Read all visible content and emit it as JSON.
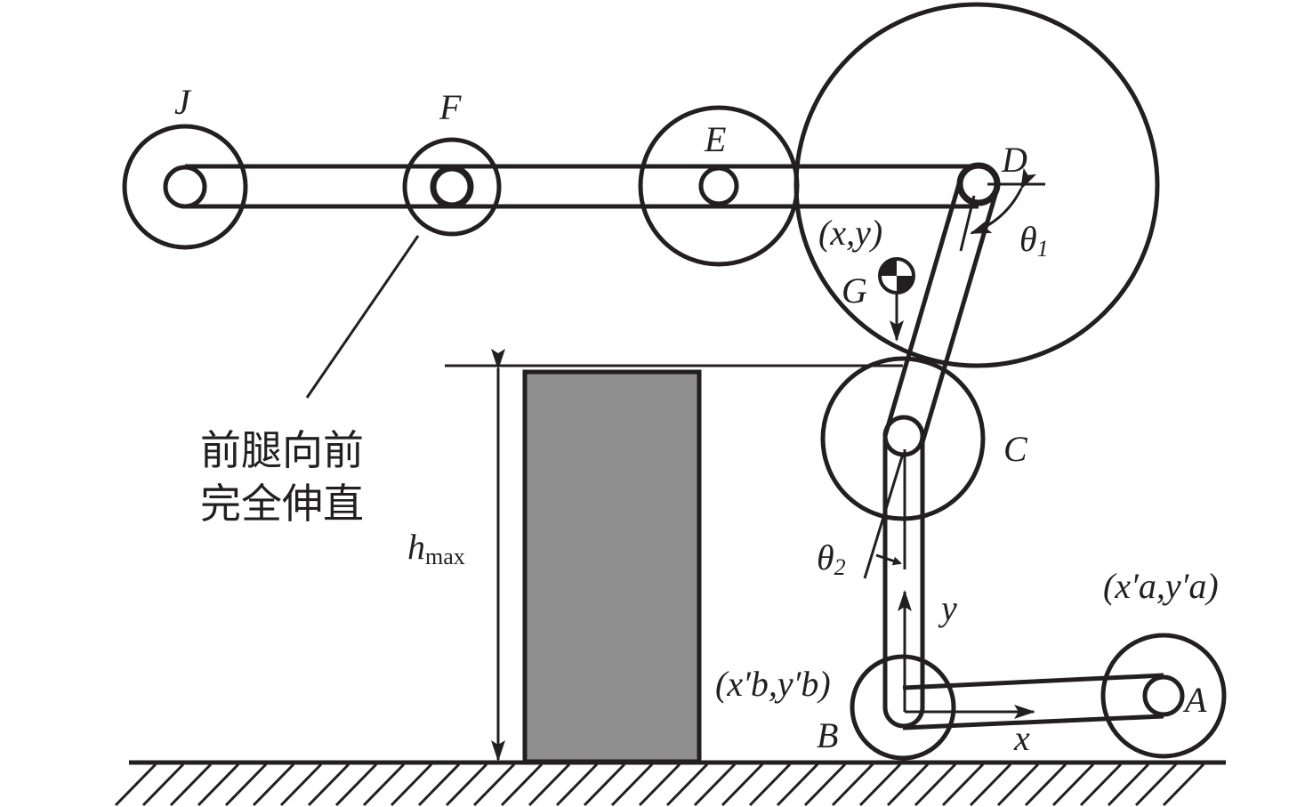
{
  "labels": {
    "J": "J",
    "F": "F",
    "E": "E",
    "D": "D",
    "C": "C",
    "B": "B",
    "A": "A",
    "G": "G",
    "theta1": "θ",
    "theta1_sub": "1",
    "theta2": "θ",
    "theta2_sub": "2",
    "xy": "(x,y)",
    "x_axis": "x",
    "y_axis": "y",
    "h": "h",
    "h_sub": "max",
    "b_coord": "(x′b,y′b)",
    "a_coord": "(x′a,y′a)"
  },
  "annotation": {
    "line1": "前腿向前",
    "line2": "完全伸直"
  },
  "colors": {
    "stroke": "#231f20",
    "obstacle": "#8f8e8f"
  }
}
